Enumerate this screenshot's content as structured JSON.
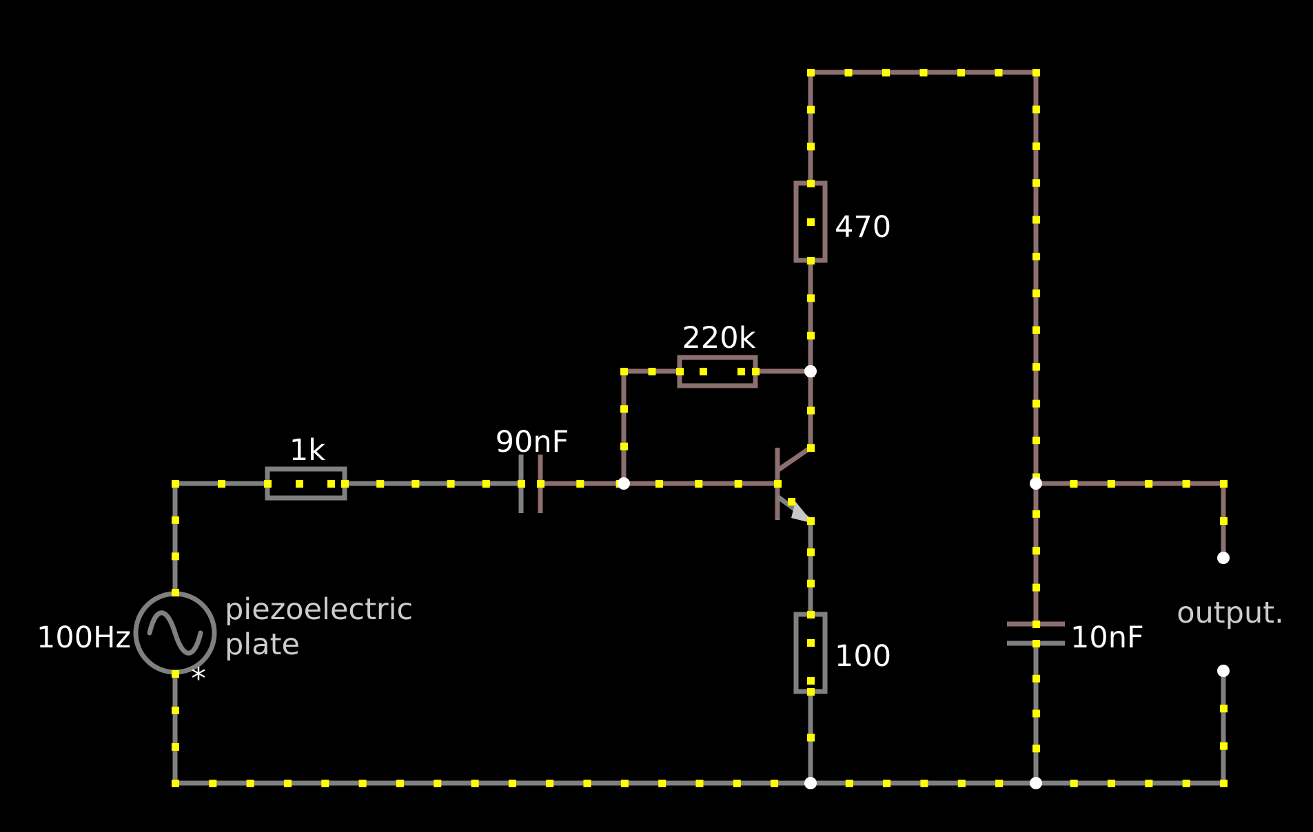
{
  "colors": {
    "background": "#000000",
    "wire_gray": "#808080",
    "wire_mauve": "#8c7070",
    "current_dot": "#ffff00",
    "node": "#ffffff",
    "label": "#ffffff",
    "dim_label": "#cccccc"
  },
  "labels": {
    "r_input": "1k",
    "c_coupling": "90nF",
    "r_feedback": "220k",
    "r_collector": "470",
    "r_emitter": "100",
    "c_output": "10nF",
    "source_freq": "100Hz",
    "source_name_line1": "piezoelectric",
    "source_name_line2": "plate",
    "source_marker": "*",
    "output_label": "output."
  },
  "icons": {
    "ac_source": "sine-wave-icon",
    "transistor": "npn-transistor-icon"
  }
}
